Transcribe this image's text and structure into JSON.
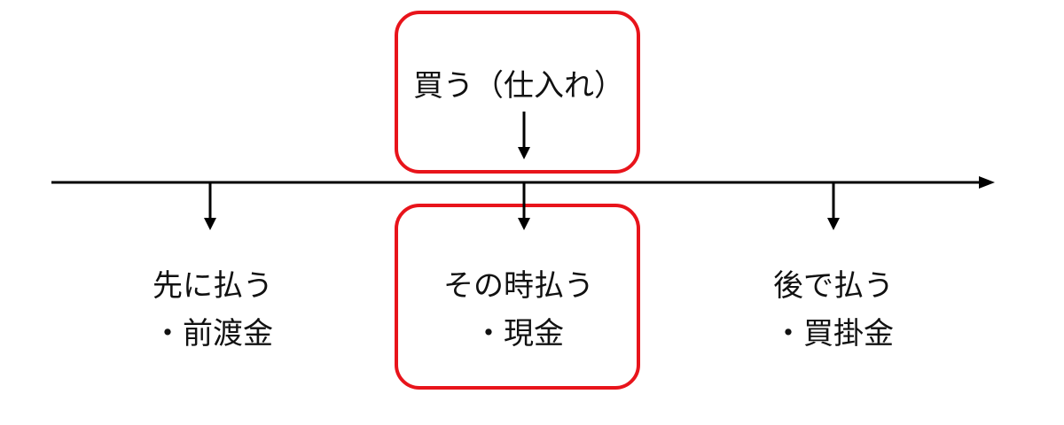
{
  "purchase": {
    "label": "買う（仕入れ）"
  },
  "payments": [
    {
      "timing": "先に払う",
      "account": "・前渡金"
    },
    {
      "timing": "その時払う",
      "account": "・現金"
    },
    {
      "timing": "後で払う",
      "account": "・買掛金"
    }
  ],
  "colors": {
    "line": "#000000",
    "highlight": "#e8141b",
    "text": "#111111"
  }
}
